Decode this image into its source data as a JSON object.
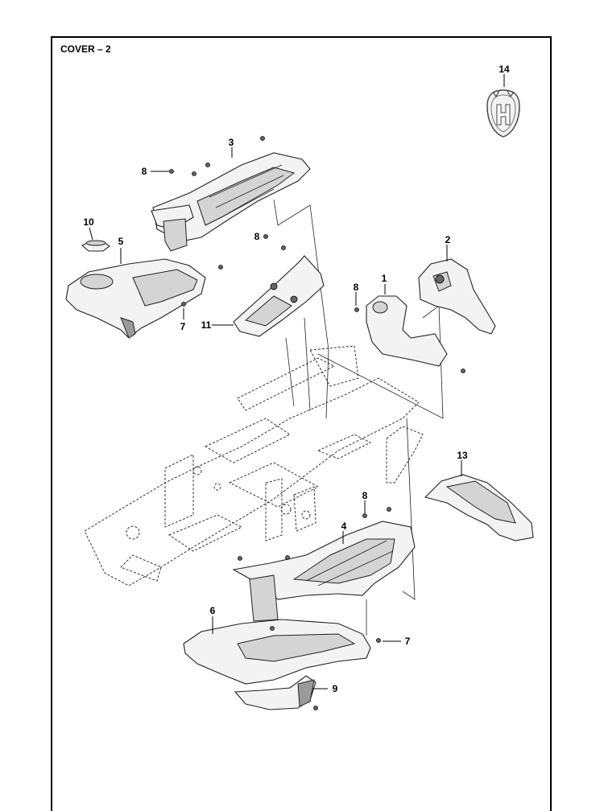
{
  "title": "COVER – 2",
  "callouts": [
    {
      "id": "c1",
      "label": "1"
    },
    {
      "id": "c2",
      "label": "2"
    },
    {
      "id": "c3",
      "label": "3"
    },
    {
      "id": "c4",
      "label": "4"
    },
    {
      "id": "c5",
      "label": "5"
    },
    {
      "id": "c6",
      "label": "6"
    },
    {
      "id": "c7a",
      "label": "7"
    },
    {
      "id": "c7b",
      "label": "7"
    },
    {
      "id": "c8a",
      "label": "8"
    },
    {
      "id": "c8b",
      "label": "8"
    },
    {
      "id": "c8c",
      "label": "8"
    },
    {
      "id": "c8d",
      "label": "8"
    },
    {
      "id": "c9",
      "label": "9"
    },
    {
      "id": "c10",
      "label": "10"
    },
    {
      "id": "c11",
      "label": "11"
    },
    {
      "id": "c13",
      "label": "13"
    },
    {
      "id": "c14",
      "label": "14"
    }
  ]
}
